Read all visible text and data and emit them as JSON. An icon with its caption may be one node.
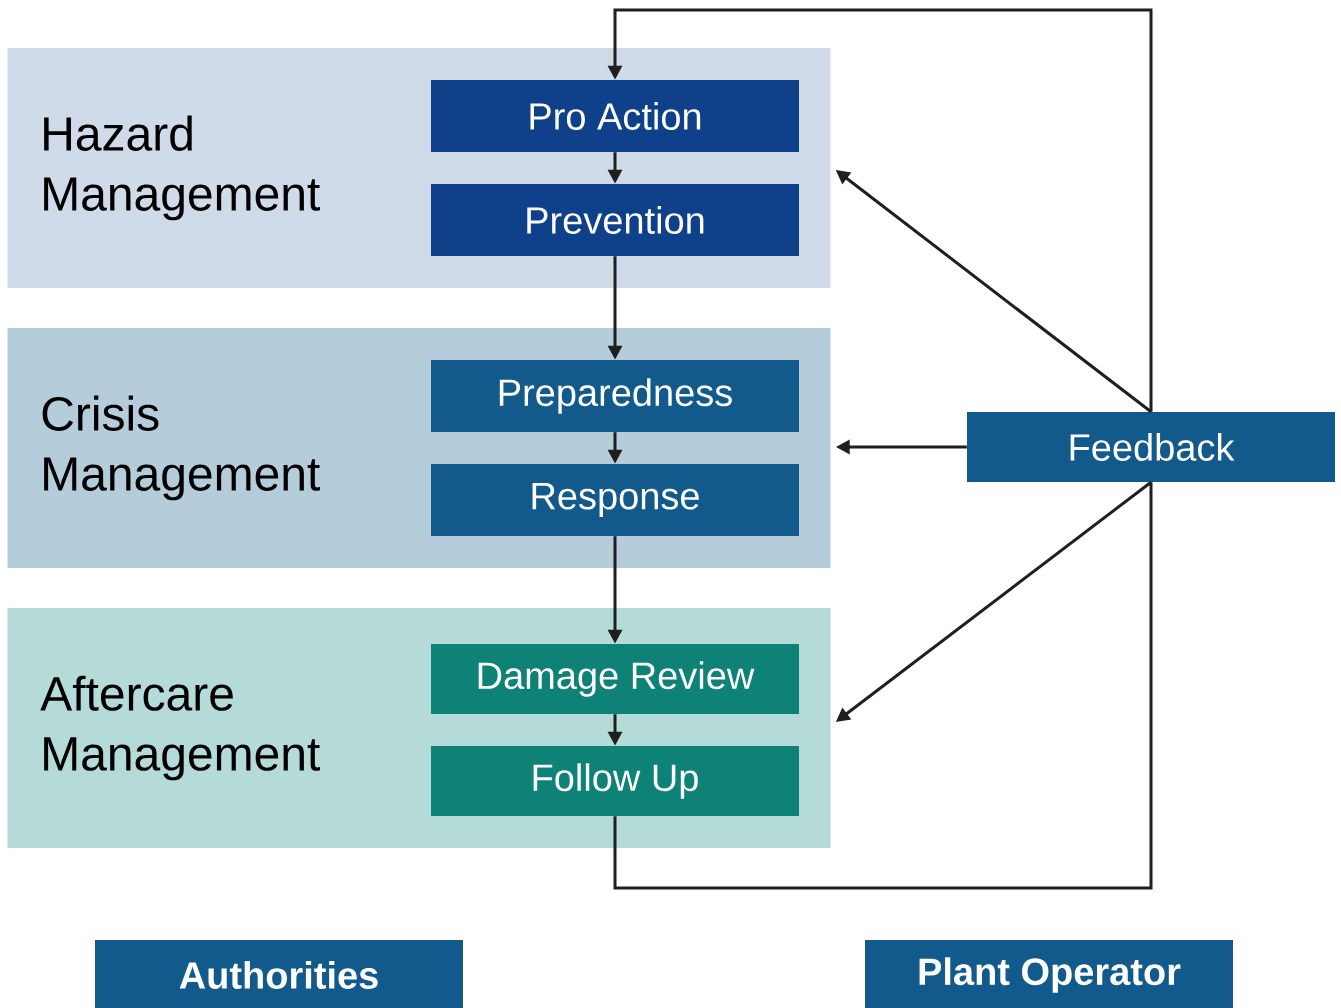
{
  "diagram": {
    "nodes": [
      {
        "text": [
          "Hazard Management"
        ]
      },
      {
        "text": [
          "Pro Action"
        ],
        "in": 0
      },
      {
        "text": [
          "Prevention"
        ],
        "in": 0
      },
      {
        "text": [
          "Crisis Management"
        ]
      },
      {
        "text": [
          "Preparedness"
        ],
        "in": 3
      },
      {
        "text": [
          "Response"
        ],
        "in": 3
      },
      {
        "text": [
          "Aftercare Management"
        ]
      },
      {
        "text": [
          "Damage Review"
        ],
        "in": 6
      },
      {
        "text": [
          "Follow Up"
        ],
        "in": 6
      },
      {
        "text": [
          "Feedback"
        ]
      },
      {
        "text": [
          "Authorities"
        ]
      },
      {
        "text": [
          "Plant Operator"
        ]
      }
    ],
    "edges": [
      {
        "from": 1,
        "to": 2,
        "arrow": "to"
      },
      {
        "from": 2,
        "to": 4,
        "arrow": "to"
      },
      {
        "from": 4,
        "to": 5,
        "arrow": "to"
      },
      {
        "from": 5,
        "to": 7,
        "arrow": "to"
      },
      {
        "from": 7,
        "to": 8,
        "arrow": "to"
      },
      {
        "from": 8,
        "to": 9,
        "arrow": "none"
      },
      {
        "from": 9,
        "to": 1,
        "arrow": "to"
      },
      {
        "from": 9,
        "to": 0,
        "arrow": "to"
      },
      {
        "from": 9,
        "to": 3,
        "arrow": "to"
      },
      {
        "from": 9,
        "to": 6,
        "arrow": "to"
      }
    ]
  }
}
